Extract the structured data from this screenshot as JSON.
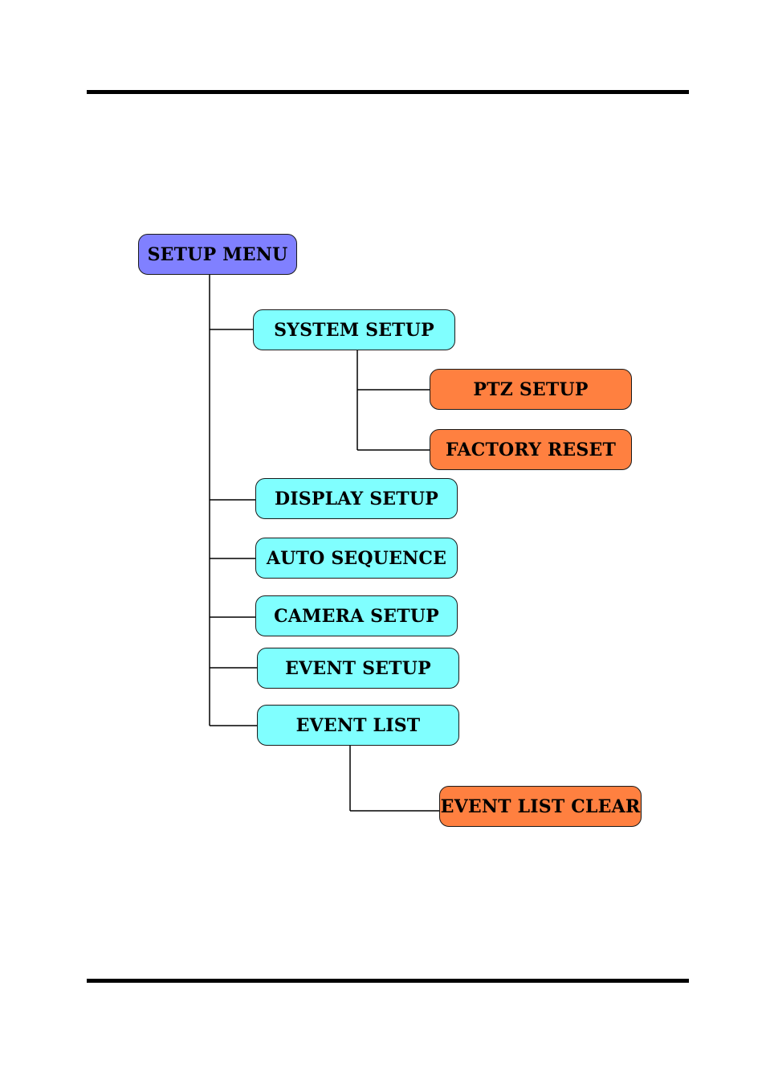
{
  "colors": {
    "root": "#8080ff",
    "level1": "#80ffff",
    "level2": "#ff8040"
  },
  "diagram": {
    "root": {
      "label": "SETUP MENU"
    },
    "system_setup": {
      "label": "SYSTEM SETUP"
    },
    "ptz_setup": {
      "label": "PTZ SETUP"
    },
    "factory_reset": {
      "label": "FACTORY RESET"
    },
    "display_setup": {
      "label": "DISPLAY SETUP"
    },
    "auto_sequence": {
      "label": "AUTO SEQUENCE"
    },
    "camera_setup": {
      "label": "CAMERA SETUP"
    },
    "event_setup": {
      "label": "EVENT SETUP"
    },
    "event_list": {
      "label": "EVENT LIST"
    },
    "event_list_clear": {
      "label": "EVENT LIST CLEAR"
    }
  }
}
